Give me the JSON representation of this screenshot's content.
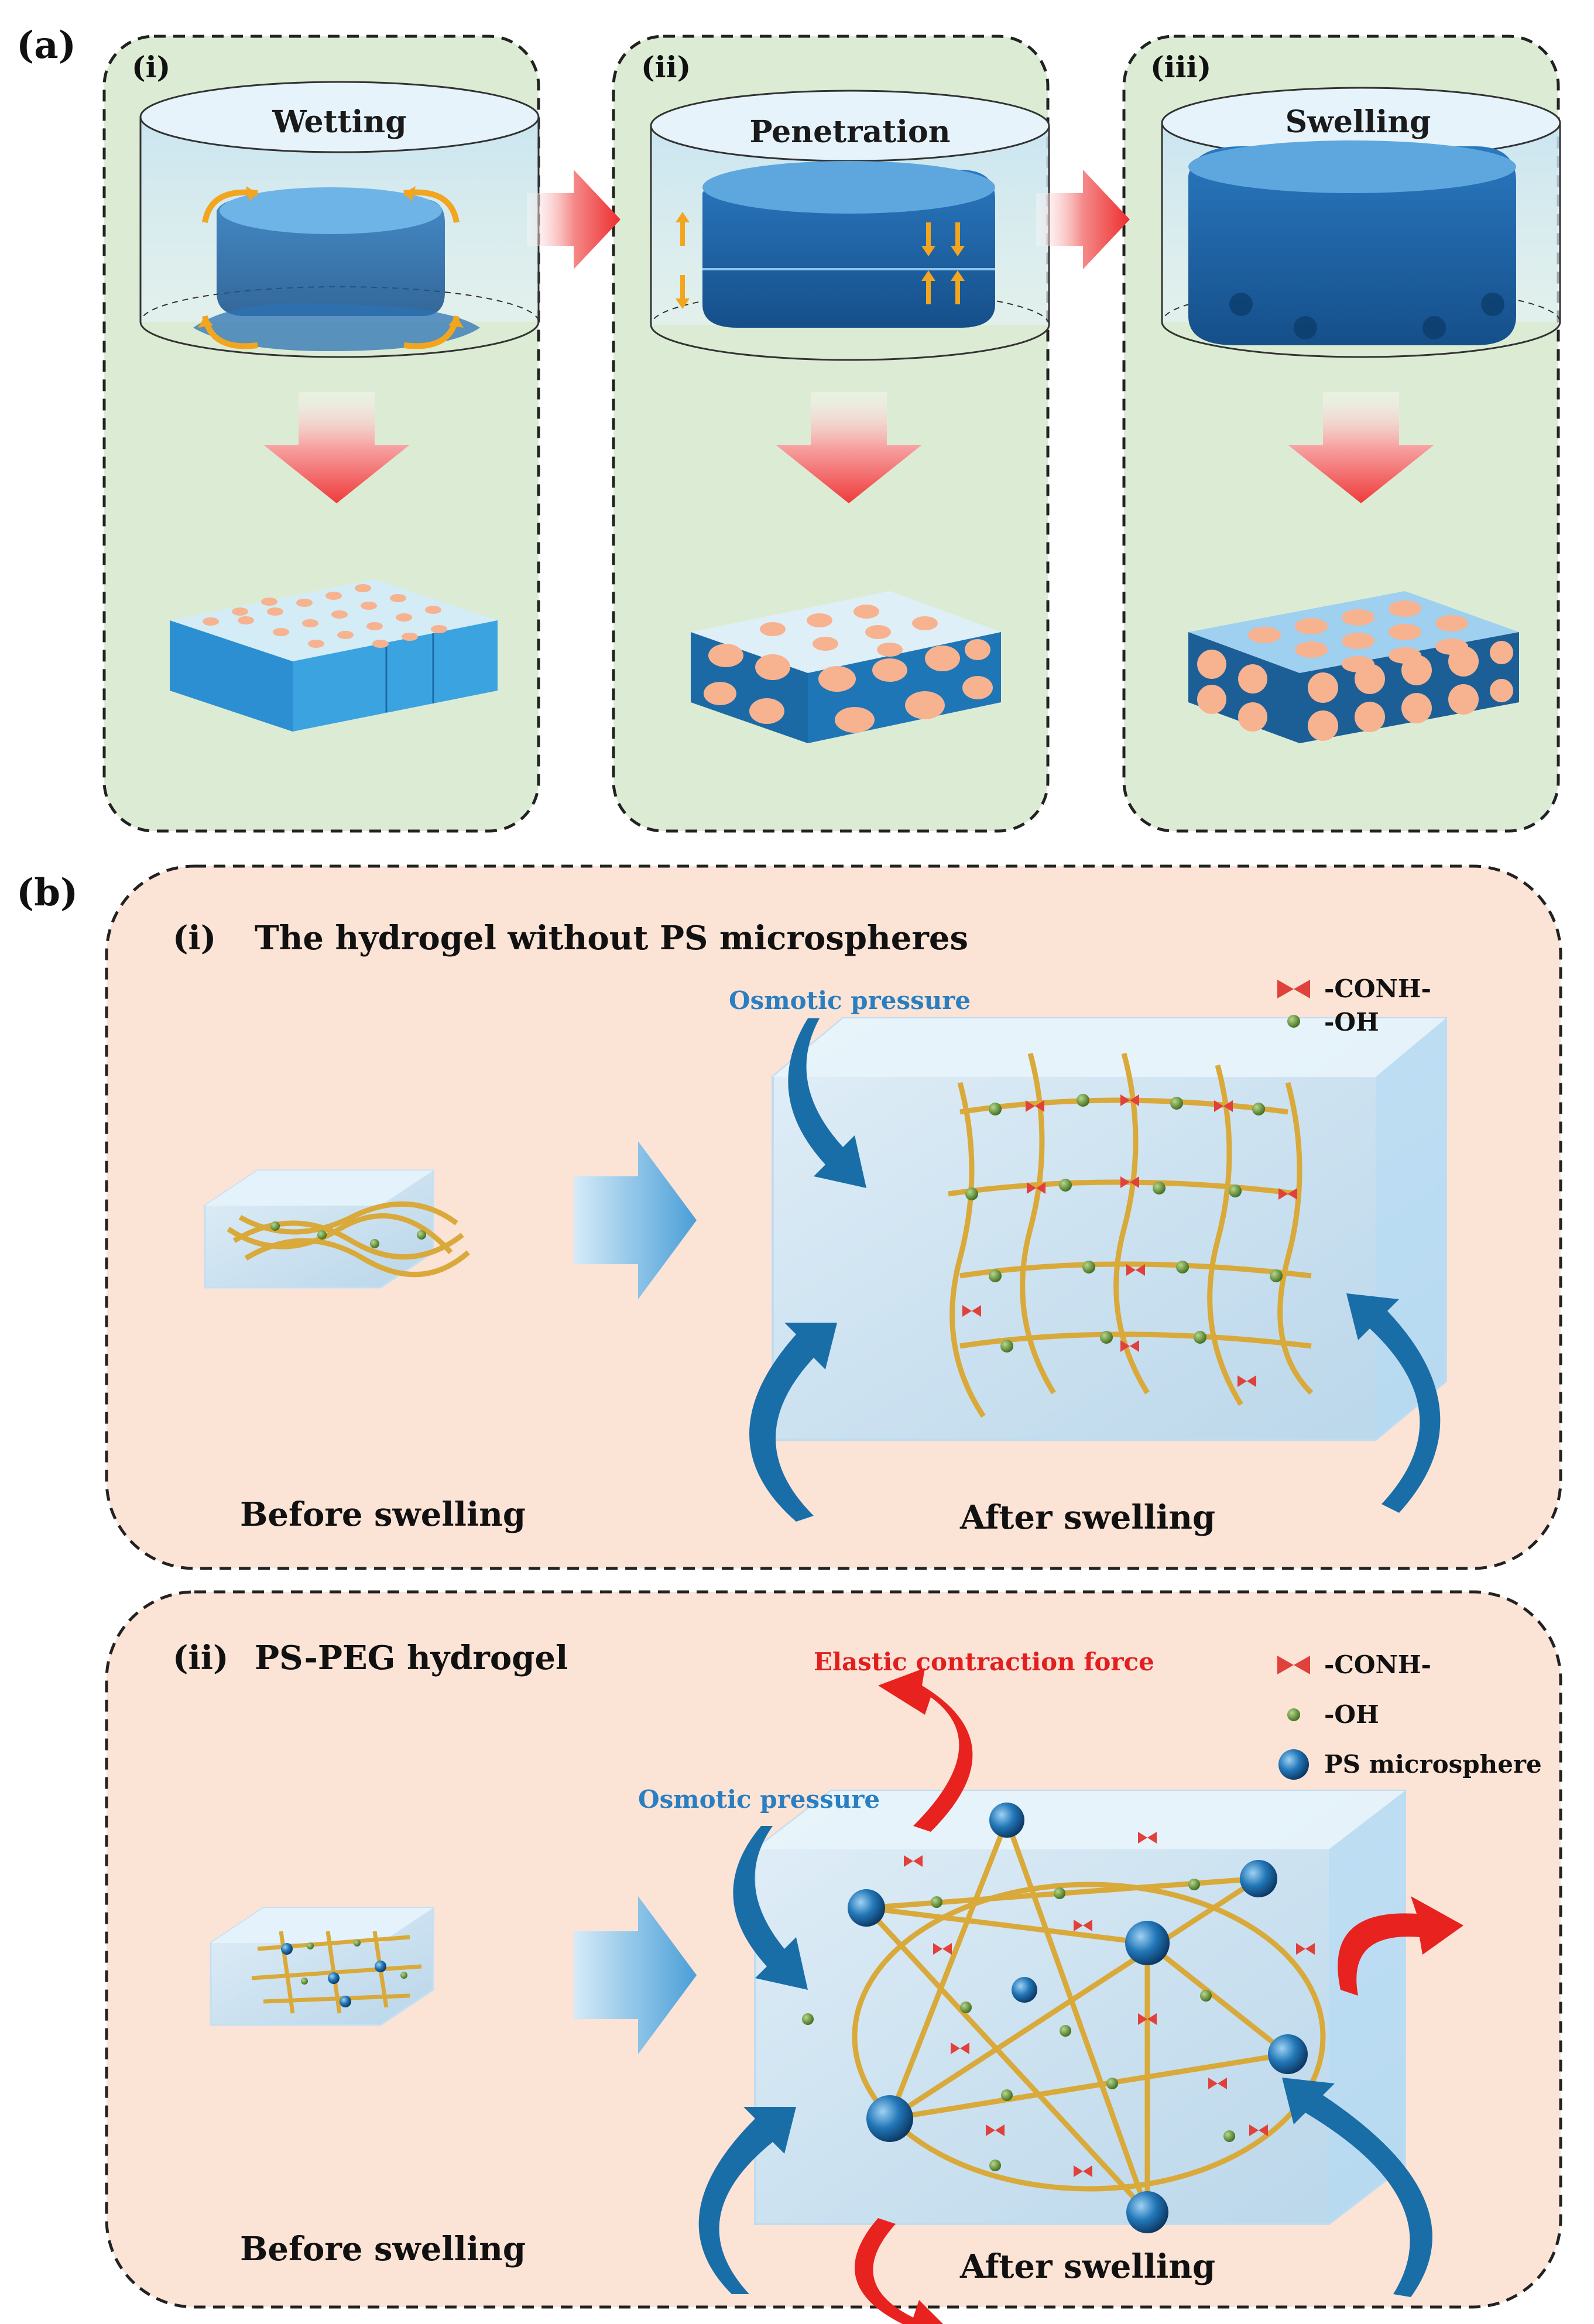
{
  "panel_a": {
    "label": "(a)",
    "steps": [
      {
        "roman": "(i)",
        "title": "Wetting"
      },
      {
        "roman": "(ii)",
        "title": "Penetration"
      },
      {
        "roman": "(iii)",
        "title": "Swelling"
      }
    ]
  },
  "panel_b": {
    "label": "(b)",
    "part_i": {
      "roman": "(i)",
      "title": "The hydrogel without PS microspheres",
      "osmotic_label": "Osmotic pressure",
      "legend": {
        "conh": "-CONH-",
        "oh": "-OH"
      },
      "before_caption": "Before swelling",
      "after_caption": "After swelling"
    },
    "part_ii": {
      "roman": "(ii)",
      "title": "PS-PEG hydrogel",
      "elastic_label": "Elastic contraction force",
      "osmotic_label": "Osmotic pressure",
      "legend": {
        "conh": "-CONH-",
        "oh": "-OH",
        "ps": "PS microsphere"
      },
      "before_caption": "Before swelling",
      "after_caption": "After swelling"
    }
  },
  "colors": {
    "panel_a_bg": "#dcecd4",
    "panel_b_bg": "#fbe3d6",
    "gel_blue": "#1f6fb5",
    "pore_orange": "#f7b28f",
    "arrow_red": "#f04a4a",
    "osmotic_blue": "#1a6ea8",
    "fiber_gold": "#d9a93a"
  }
}
